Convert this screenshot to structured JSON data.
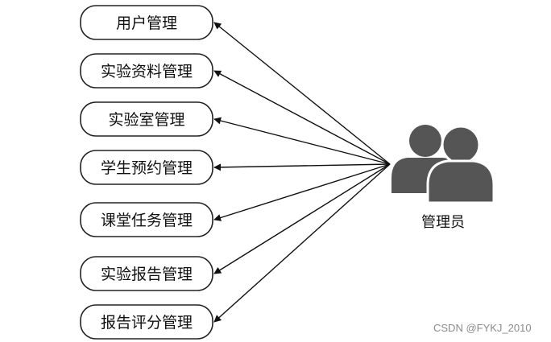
{
  "modules": [
    {
      "label": "用户管理"
    },
    {
      "label": "实验资料管理"
    },
    {
      "label": "实验室管理"
    },
    {
      "label": "学生预约管理"
    },
    {
      "label": "课堂任务管理"
    },
    {
      "label": "实验报告管理"
    },
    {
      "label": "报告评分管理"
    }
  ],
  "actor": {
    "label": "管理员",
    "icon": "users-group-icon",
    "color": "#555555"
  },
  "watermark": "CSDN @FYKJ_2010"
}
